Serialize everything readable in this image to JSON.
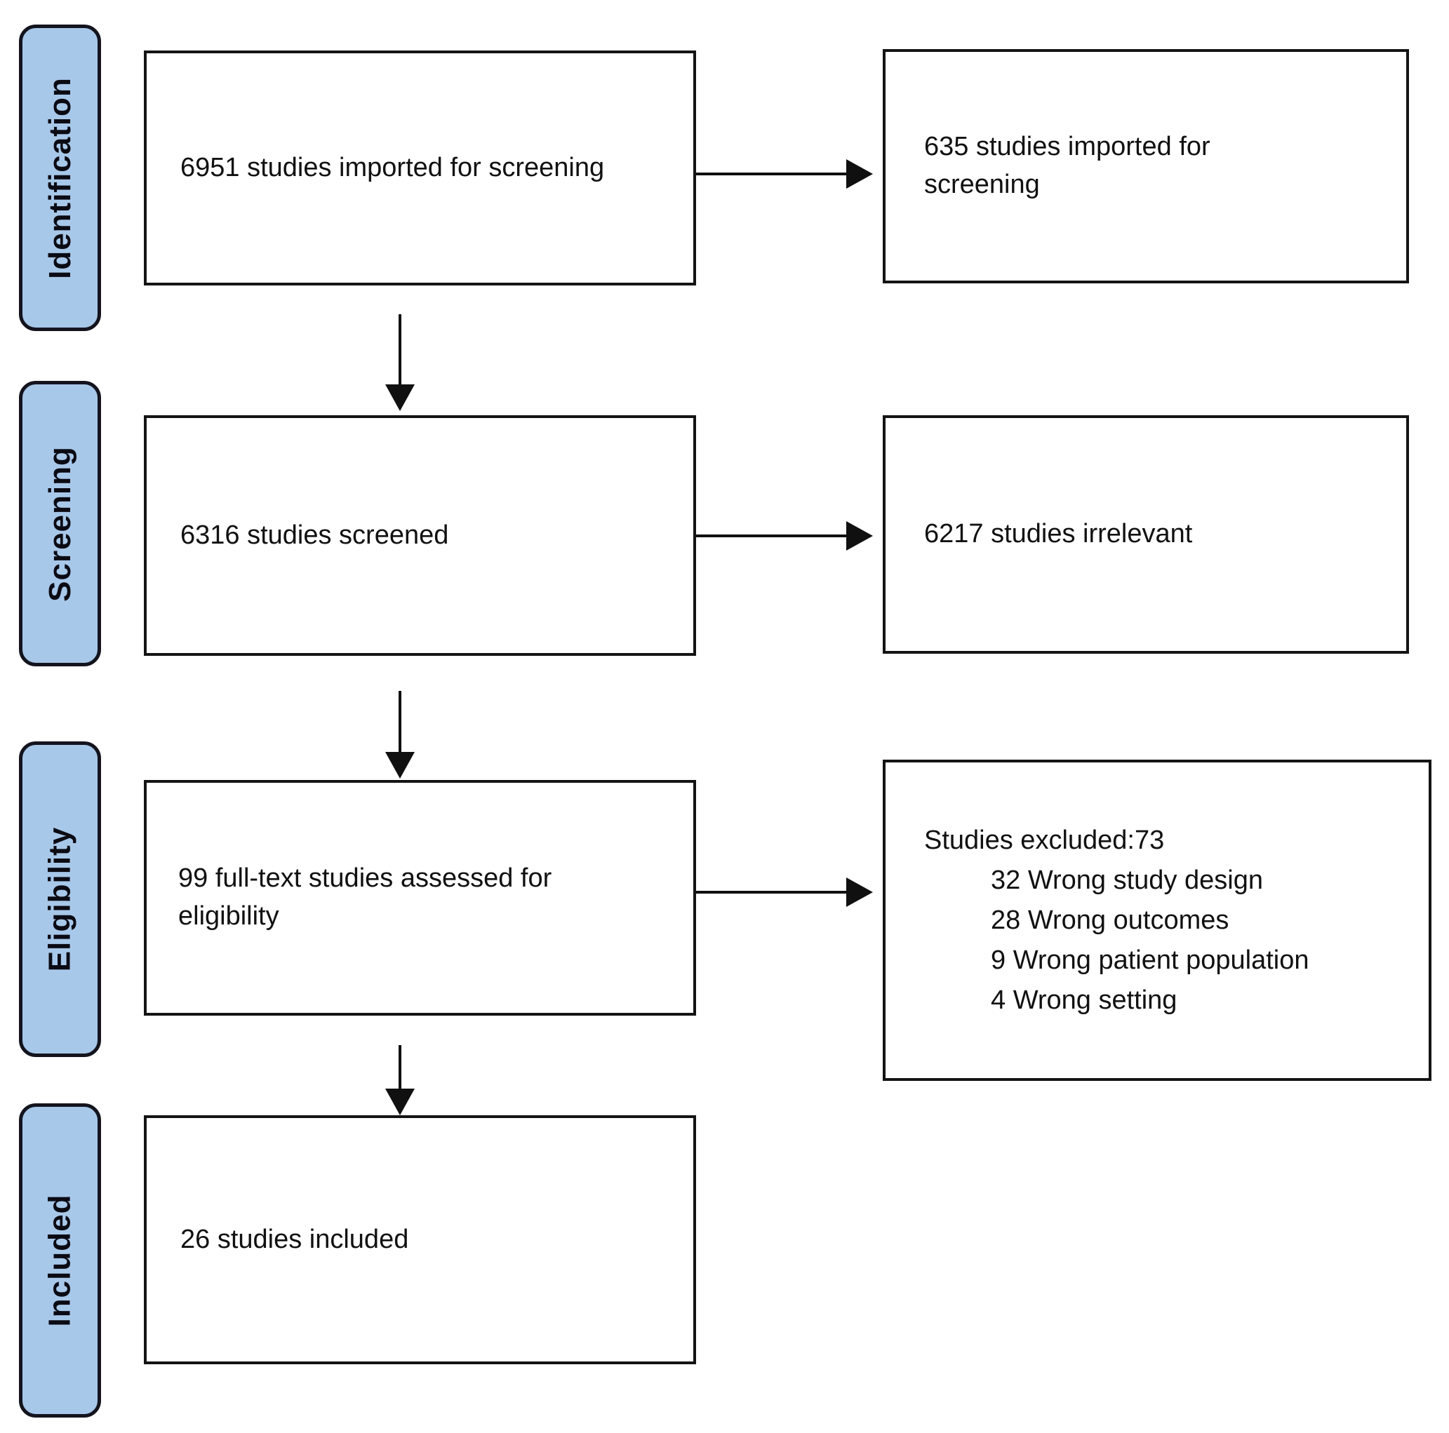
{
  "stages": [
    {
      "label": "Identification"
    },
    {
      "label": "Screening"
    },
    {
      "label": "Eligibility"
    },
    {
      "label": "Included"
    }
  ],
  "boxes": {
    "imported": {
      "text": "6951 studies imported for screening"
    },
    "imported_right": {
      "text": "635 studies imported for screening"
    },
    "screened": {
      "text": "6316 studies screened"
    },
    "irrelevant": {
      "text": "6217 studies irrelevant"
    },
    "fulltext": {
      "text": "99 full-text studies assessed for eligibility"
    },
    "excluded": {
      "title": "Studies excluded:73",
      "reasons": [
        "32 Wrong study design",
        "28 Wrong outcomes",
        "9 Wrong patient population",
        "4 Wrong setting"
      ]
    },
    "included": {
      "text": "26 studies included"
    }
  },
  "colors": {
    "stage_fill": "#a8c8e9",
    "stage_border": "#14141e",
    "stage_text": "#0b0b14",
    "box_border": "#141414",
    "box_text": "#111111",
    "arrow": "#101010",
    "background": "#ffffff"
  }
}
